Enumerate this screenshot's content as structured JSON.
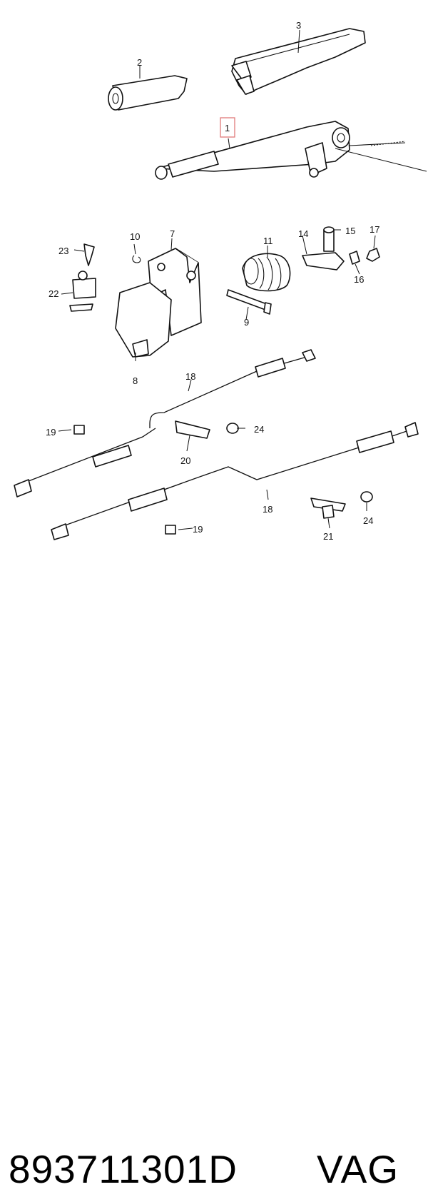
{
  "callouts": [
    "1",
    "2",
    "3",
    "7",
    "8",
    "9",
    "10",
    "11",
    "14",
    "15",
    "16",
    "17",
    "18",
    "18",
    "19",
    "19",
    "20",
    "21",
    "22",
    "23",
    "24",
    "24"
  ],
  "highlight_callout": "1",
  "caption": {
    "part_number": "893711301D",
    "brand": "VAG"
  },
  "colors": {
    "highlight_box": "#e07a7a",
    "line": "#111111"
  }
}
